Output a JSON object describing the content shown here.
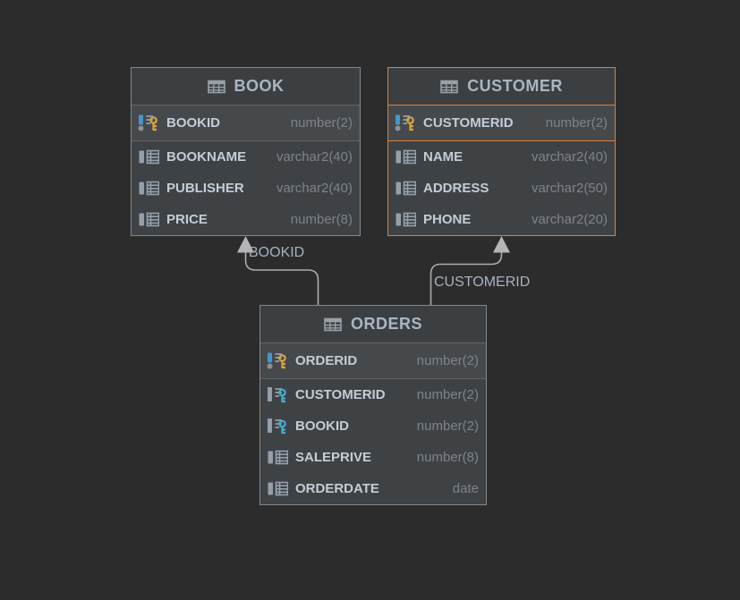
{
  "diagram": {
    "background_color": "#2C2C2C",
    "tables": [
      {
        "name": "BOOK",
        "selected": false,
        "columns": [
          {
            "icon": "primary-key",
            "name": "BOOKID",
            "type": "number(2)"
          },
          {
            "icon": "column",
            "name": "BOOKNAME",
            "type": "varchar2(40)"
          },
          {
            "icon": "column",
            "name": "PUBLISHER",
            "type": "varchar2(40)"
          },
          {
            "icon": "column",
            "name": "PRICE",
            "type": "number(8)"
          }
        ]
      },
      {
        "name": "CUSTOMER",
        "selected": true,
        "columns": [
          {
            "icon": "primary-key",
            "name": "CUSTOMERID",
            "type": "number(2)"
          },
          {
            "icon": "column",
            "name": "NAME",
            "type": "varchar2(40)"
          },
          {
            "icon": "column",
            "name": "ADDRESS",
            "type": "varchar2(50)"
          },
          {
            "icon": "column",
            "name": "PHONE",
            "type": "varchar2(20)"
          }
        ]
      },
      {
        "name": "ORDERS",
        "selected": false,
        "columns": [
          {
            "icon": "primary-key",
            "name": "ORDERID",
            "type": "number(2)"
          },
          {
            "icon": "foreign-key",
            "name": "CUSTOMERID",
            "type": "number(2)"
          },
          {
            "icon": "foreign-key",
            "name": "BOOKID",
            "type": "number(2)"
          },
          {
            "icon": "column",
            "name": "SALEPRIVE",
            "type": "number(8)"
          },
          {
            "icon": "column",
            "name": "ORDERDATE",
            "type": "date"
          }
        ]
      }
    ],
    "relations": [
      {
        "label": "BOOKID",
        "from": "ORDERS",
        "to": "BOOK"
      },
      {
        "label": "CUSTOMERID",
        "from": "ORDERS",
        "to": "CUSTOMER"
      }
    ],
    "colors": {
      "selection_orange": "#D9823C",
      "node_border_gray": "#85878A",
      "node_background": "#3F4245",
      "primary_key_gold": "#DCA43F",
      "foreign_key_cyan": "#41AFD6",
      "connector_gray": "#ACACAC"
    }
  }
}
